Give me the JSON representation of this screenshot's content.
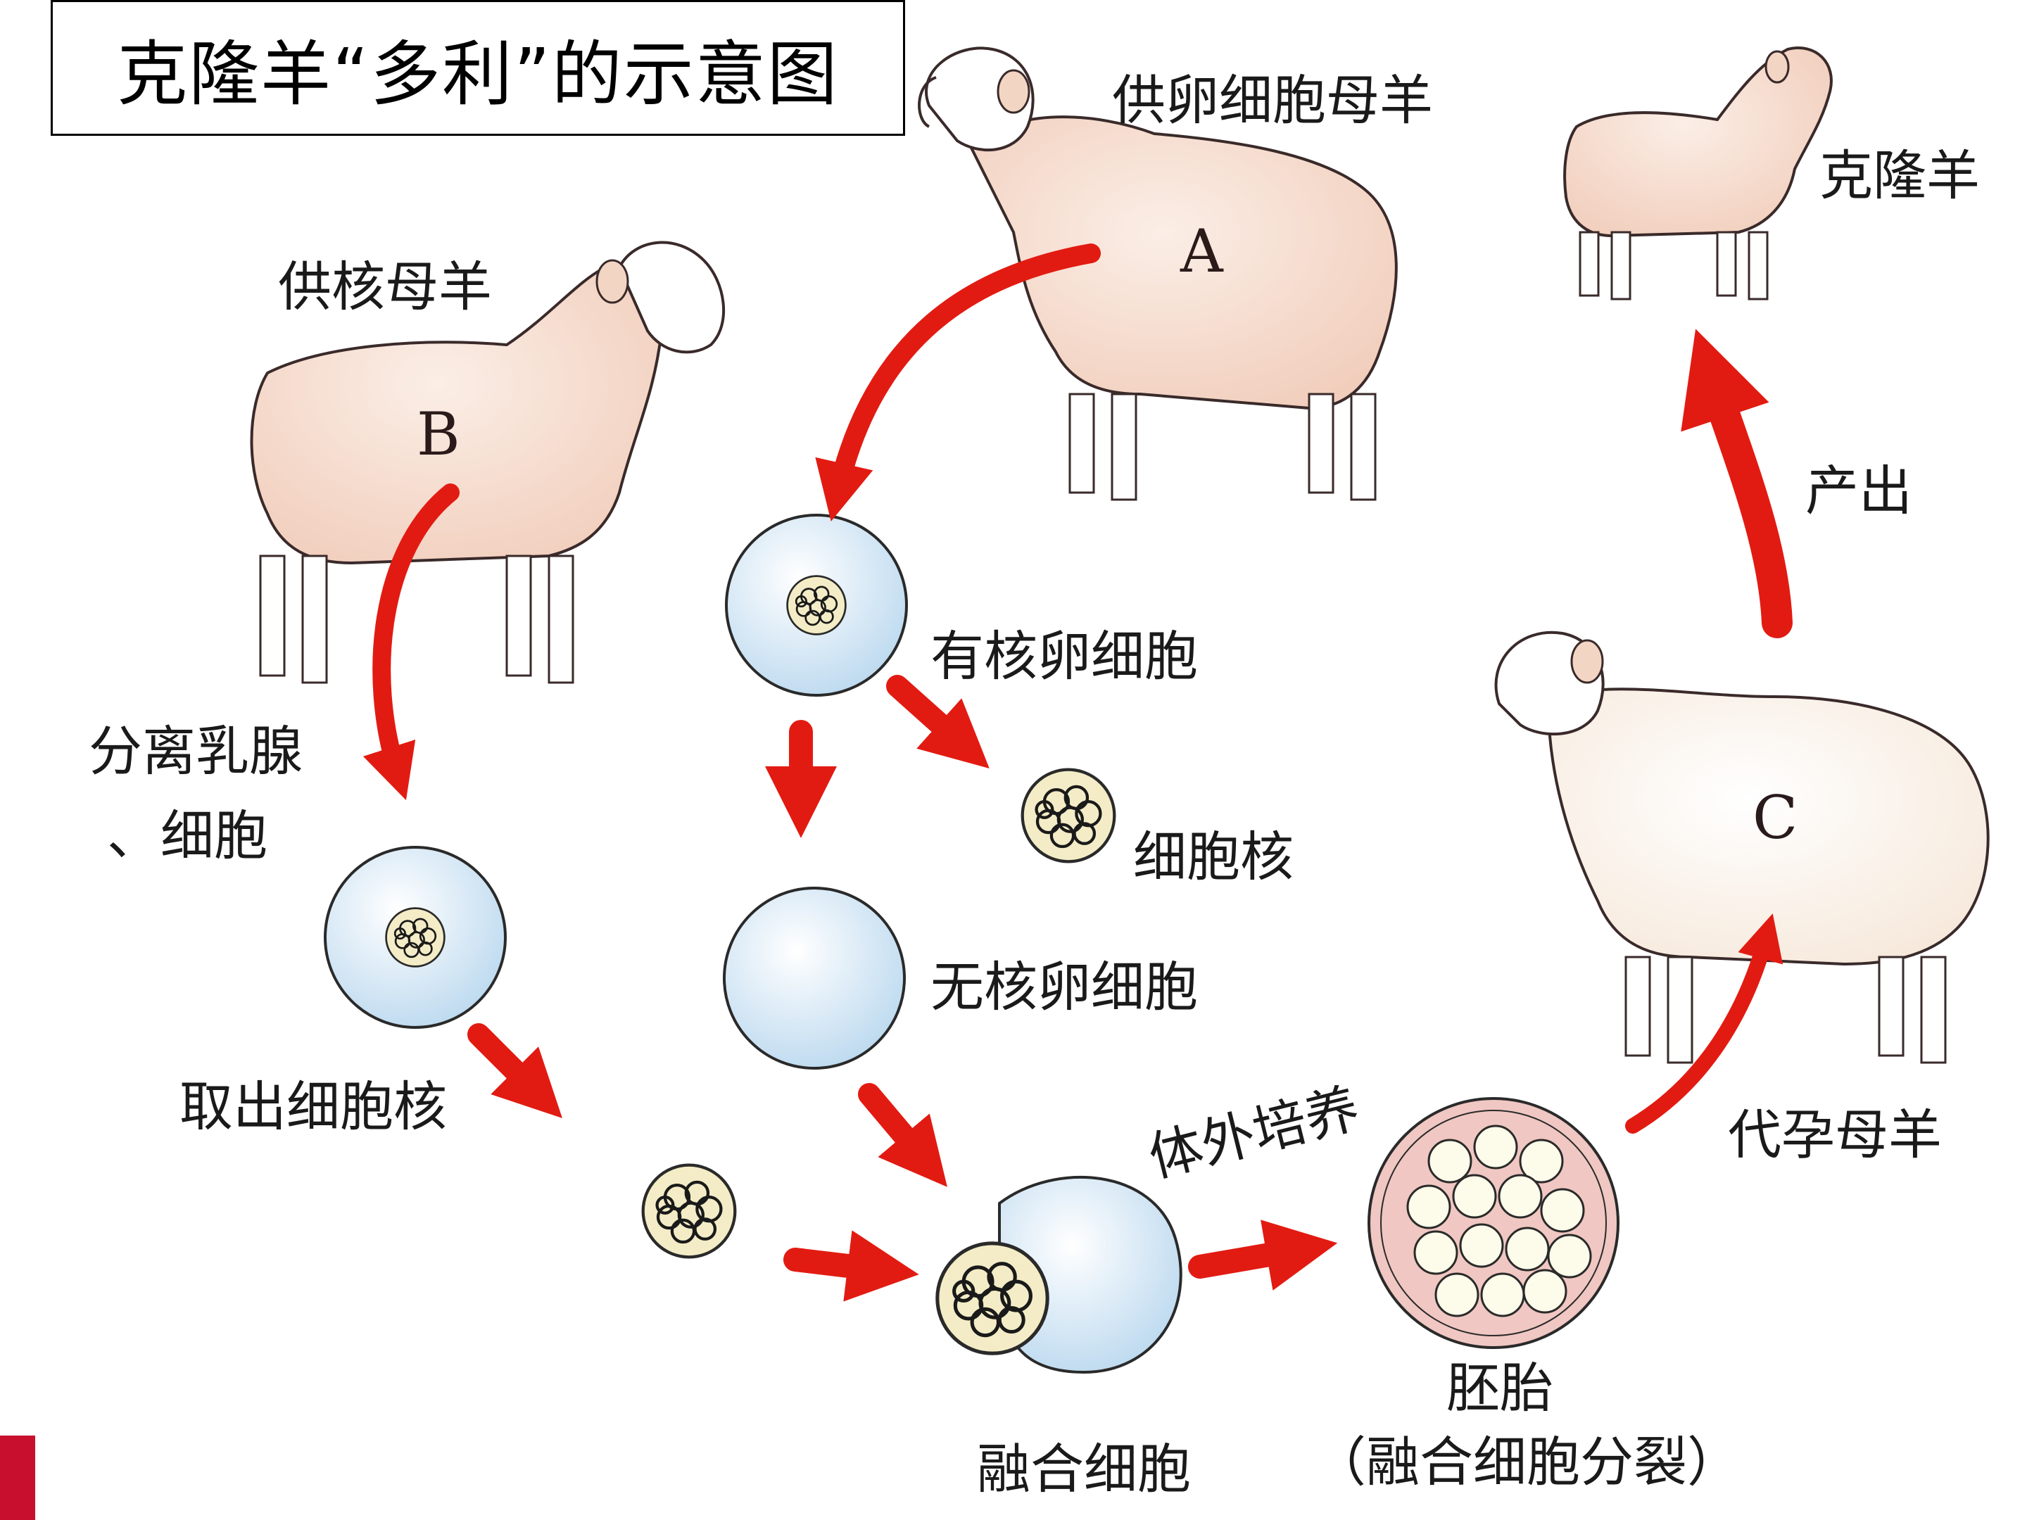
{
  "title": "克隆羊“多利”的示意图",
  "sheep": {
    "a": {
      "letter": "A",
      "label": "供卵细胞母羊"
    },
    "b": {
      "letter": "B",
      "label": "供核母羊"
    },
    "c": {
      "letter": "C",
      "label": "代孕母羊"
    },
    "clone": {
      "label": "克隆羊"
    }
  },
  "steps": {
    "separate_line1": "分离乳腺",
    "separate_line2": "、细胞",
    "take_nucleus": "取出细胞核",
    "nucleated_egg": "有核卵细胞",
    "cell_nucleus": "细胞核",
    "enucleated_egg": "无核卵细胞",
    "fused_cell": "融合细胞",
    "in_vitro_culture": "体外培养",
    "embryo": "胚胎",
    "embryo_note": "（融合细胞分裂）",
    "output": "产出"
  },
  "colors": {
    "arrow_red": "#e21b12",
    "sheep_wool": "#f6dccf",
    "sheep_wool_white": "#fdf6ee",
    "egg_blue": "#cfe6f6",
    "nucleus_fill": "#f3ecc6",
    "embryo_pink": "#f0c7c2"
  }
}
